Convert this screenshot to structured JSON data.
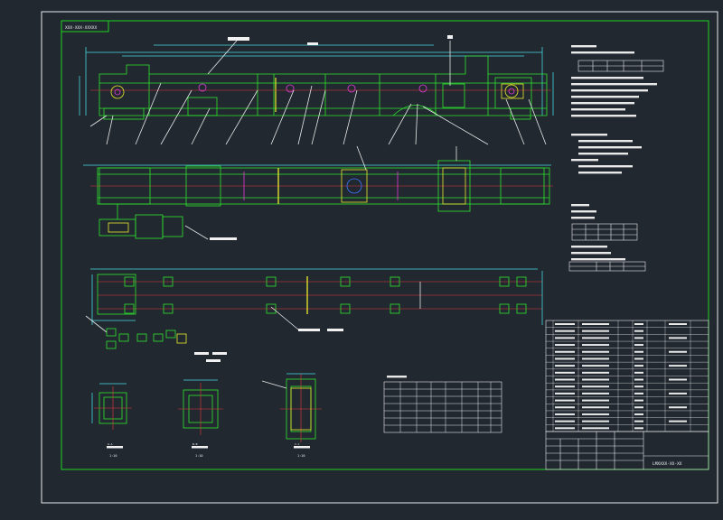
{
  "colors": {
    "background": "#212830",
    "frame": "#e9e9e9",
    "border": "#1fd21f",
    "outline": "#2ee52e",
    "centerline": "#e53b3b",
    "dimension": "#48d7e0",
    "text": "#f1f1f1",
    "accent_yellow": "#eaea2e",
    "accent_magenta": "#e23bd8",
    "accent_blue": "#3b78ff"
  },
  "drawing": {
    "title_tab": "XXX-XXX-XXXXX",
    "drawing_number": "LMXXXX-XX-XX",
    "section_a_caption": "A-A",
    "section_b_caption": "B-B",
    "section_c_caption": "C-C",
    "section_a_scale": "1:10",
    "section_b_scale": "1:10",
    "section_c_scale": "1:10"
  }
}
